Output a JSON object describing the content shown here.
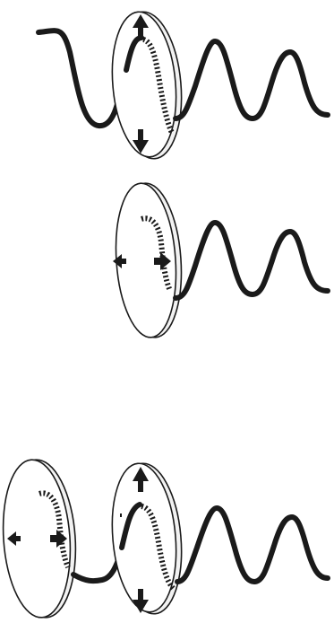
{
  "figure": {
    "panels": [
      {
        "id": "panel-1",
        "filters": 1,
        "wave_entering": "vertical",
        "wave_exiting": "vertical",
        "polarization_arrows": "vertical"
      },
      {
        "id": "panel-2",
        "filters": 1,
        "wave_entering": "none",
        "wave_exiting": "horizontal",
        "polarization_arrows": "horizontal"
      },
      {
        "id": "panel-3",
        "filters": 2,
        "wave_entering": "none",
        "wave_exiting": "vertical",
        "polarization_arrows": [
          "horizontal",
          "vertical"
        ]
      }
    ]
  },
  "colors": {
    "background": "#ffffff",
    "ink": "#1a1a1a",
    "filter_fill": "#ffffff"
  },
  "icons": {
    "filter": "polarizing-filter-disc",
    "arrow": "polarization-arrow-icon",
    "wave": "sine-wave"
  }
}
